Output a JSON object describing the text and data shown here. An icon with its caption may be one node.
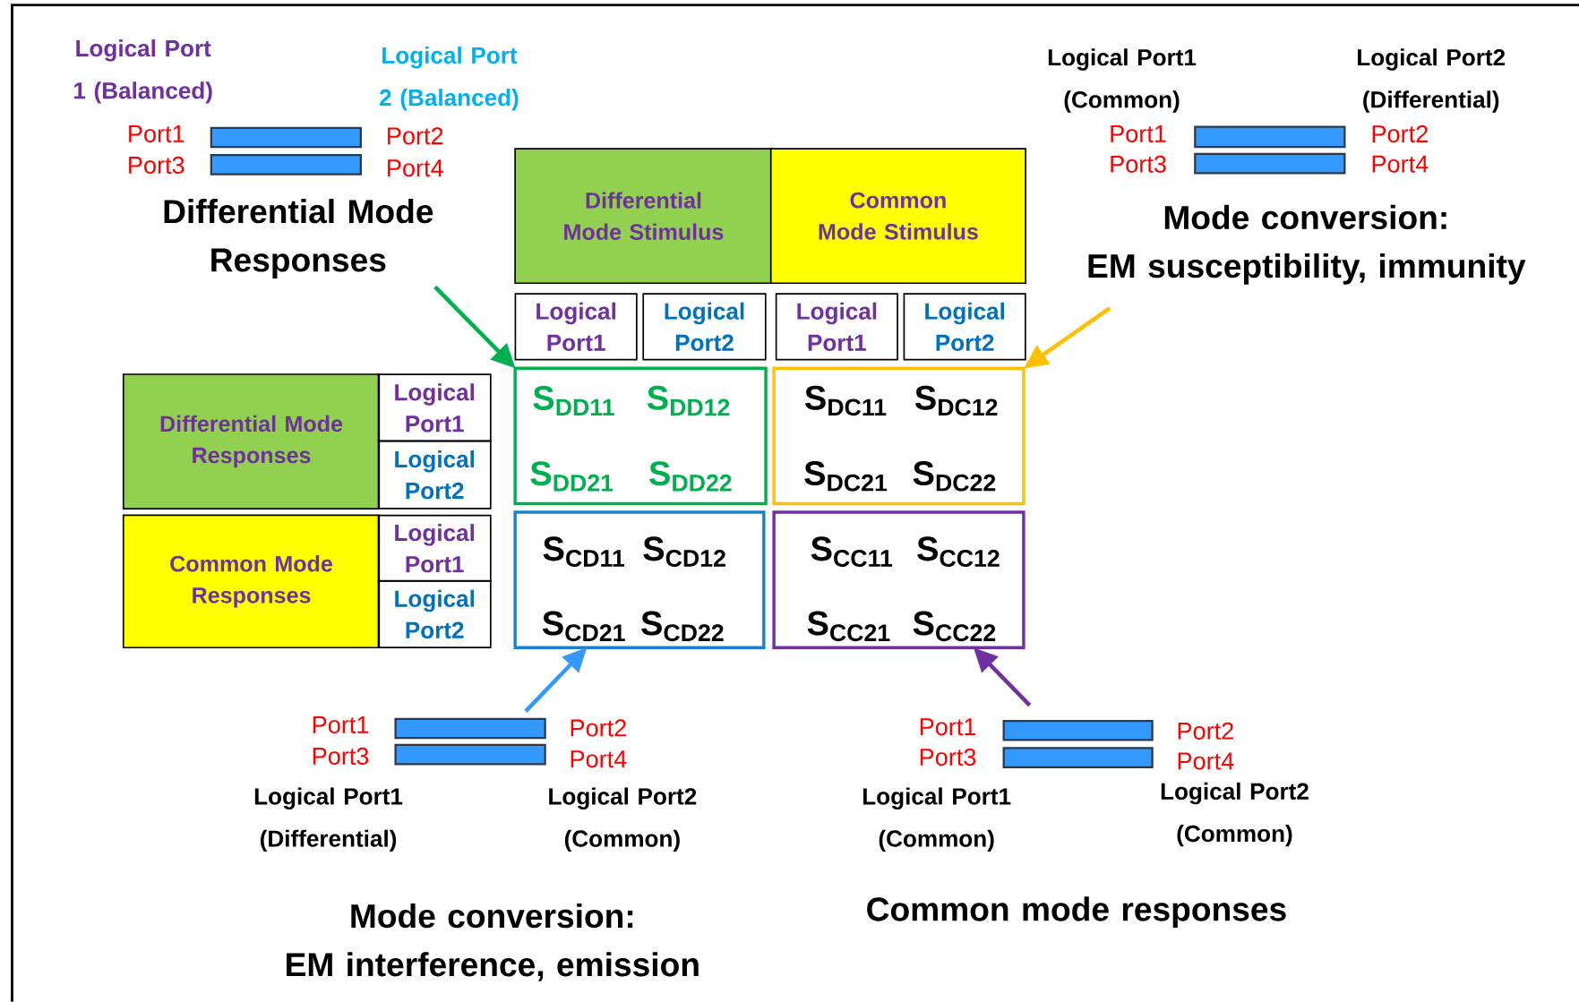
{
  "diagram": {
    "nodes": [
      {
        "text": [
          "Differential Mode Responses"
        ]
      },
      {
        "text": [
          "Mode conversion: EM susceptibility, immunity"
        ]
      },
      {
        "text": [
          "Differential Mode Stimulus"
        ]
      },
      {
        "text": [
          "Common Mode Stimulus"
        ]
      },
      {
        "text": [
          "Logical Port1"
        ]
      },
      {
        "text": [
          "Logical Port2"
        ]
      },
      {
        "text": [
          "Logical Port1"
        ]
      },
      {
        "text": [
          "Logical Port2"
        ]
      },
      {
        "text": [
          "Differential Mode Responses"
        ]
      },
      {
        "text": [
          "Logical Port1"
        ]
      },
      {
        "text": [
          "Logical Port2"
        ]
      },
      {
        "text": [
          "S$_{DD11}$",
          "S$_{DD12}$",
          "S$_{DD21}$",
          "S$_{DD22}$"
        ]
      },
      {
        "text": [
          "S$_{DC11}$",
          "S$_{DC12}$",
          "S$_{DC21}$",
          "S$_{DC22}$"
        ]
      },
      {
        "text": [
          "Common Mode Responses"
        ]
      },
      {
        "text": [
          "Logical Port1"
        ]
      },
      {
        "text": [
          "Logical Port2"
        ]
      },
      {
        "text": [
          "S$_{CD11}$",
          "S$_{CD12}$",
          "S$_{CD21}$",
          "S$_{CD22}$"
        ]
      },
      {
        "text": [
          "S$_{CC11}$",
          "S$_{CC12}$",
          "S$_{CC21}$",
          "S$_{CC22}$"
        ]
      },
      {
        "text": [],
        "shape": "bar"
      },
      {
        "text": [],
        "shape": "bar"
      },
      {
        "text": [],
        "shape": "bar"
      },
      {
        "text": [],
        "shape": "bar"
      },
      {
        "text": [],
        "shape": "bar"
      },
      {
        "text": [],
        "shape": "bar"
      },
      {
        "text": [],
        "shape": "bar"
      },
      {
        "text": [],
        "shape": "bar"
      }
    ],
    "edges": [
      {
        "from": 0,
        "to": 11,
        "arrow": "to",
        "color": "#00b050"
      },
      {
        "from": 1,
        "to": 12,
        "arrow": "to",
        "color": "#ffc000"
      },
      {
        "from": 22,
        "to": 16,
        "arrow": "to",
        "color": "#3399ff"
      },
      {
        "from": 24,
        "to": 17,
        "arrow": "to",
        "color": "#7030a0"
      }
    ],
    "labels": [
      "Logical Port 1 (Balanced)",
      "Logical Port 2 (Balanced)",
      "Port1",
      "Port3",
      "Port2",
      "Port4",
      "Logical Port1 (Common)",
      "Logical Port2 (Differential)",
      "Port1",
      "Port3",
      "Port2",
      "Port4",
      "Port1",
      "Port3",
      "Port2",
      "Port4",
      "Logical Port1 (Differential)",
      "Logical Port2 (Common)",
      "Port1",
      "Port3",
      "Port2",
      "Port4",
      "Logical Port1 (Common)",
      "Logical Port2 (Common)",
      "Mode conversion: EM interference, emission",
      "Common mode responses"
    ]
  }
}
